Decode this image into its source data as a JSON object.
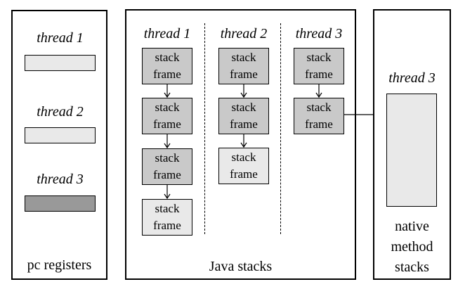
{
  "colors": {
    "background": "#ffffff",
    "line": "#000000",
    "frame_dark": "#c9c9c9",
    "frame_light": "#e9e9e9",
    "register_dark": "#999999"
  },
  "pc_registers": {
    "caption": "pc registers",
    "threads": [
      {
        "label": "thread 1",
        "shade": "light"
      },
      {
        "label": "thread 2",
        "shade": "light"
      },
      {
        "label": "thread 3",
        "shade": "dark"
      }
    ]
  },
  "java_stacks": {
    "caption": "Java stacks",
    "frame_label": "stack frame",
    "columns": [
      {
        "label": "thread 1",
        "frame_count": 4,
        "frame_shades": [
          "dark",
          "dark",
          "dark",
          "light"
        ]
      },
      {
        "label": "thread 2",
        "frame_count": 3,
        "frame_shades": [
          "dark",
          "dark",
          "light"
        ]
      },
      {
        "label": "thread 3",
        "frame_count": 2,
        "frame_shades": [
          "dark",
          "dark"
        ]
      }
    ]
  },
  "native_method_stacks": {
    "caption": "native method stacks",
    "thread_label": "thread 3"
  }
}
